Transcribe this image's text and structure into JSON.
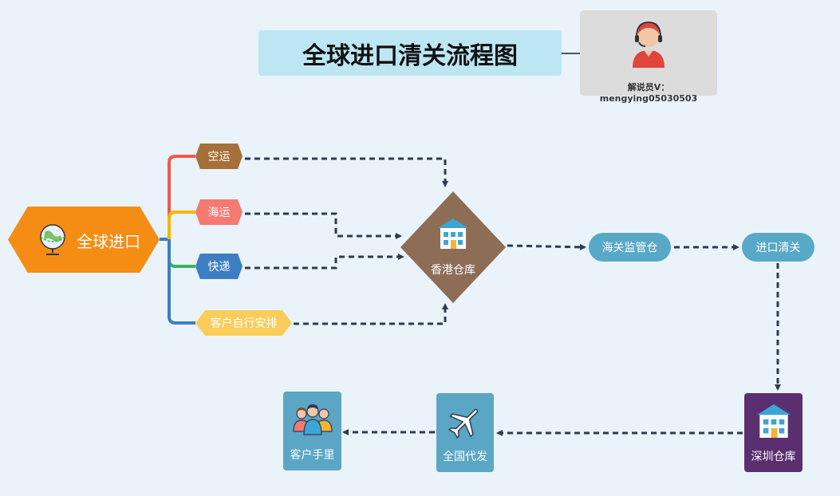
{
  "title": "全球进口清关流程图",
  "narrator": {
    "label": "解说员V：mengying05030503",
    "icon": "headset-agent-icon"
  },
  "root": {
    "label": "全球进口",
    "icon": "globe-icon",
    "color": "#f58d15"
  },
  "routes": [
    {
      "label": "空运",
      "color": "#a5703a",
      "branch_color": "#f05a4f"
    },
    {
      "label": "海运",
      "color": "#f47a73",
      "branch_color": "#f7b500"
    },
    {
      "label": "快递",
      "color": "#3c7ec1",
      "branch_color": "#3bb55a"
    },
    {
      "label": "客户自行安排",
      "color": "#f8cd5a",
      "branch_color": "#3c7ec1"
    }
  ],
  "hub": {
    "label": "香港仓库",
    "icon": "warehouse-icon",
    "color": "#8e6d57"
  },
  "steps": [
    {
      "label": "海关监管仓",
      "color": "#58a8c8"
    },
    {
      "label": "进口清关",
      "color": "#58a8c8"
    }
  ],
  "tiles": [
    {
      "label": "深圳仓库",
      "icon": "warehouse-icon",
      "color": "#5a2f70"
    },
    {
      "label": "全国代发",
      "icon": "airplane-icon",
      "color": "#5aa6c4"
    },
    {
      "label": "客户手里",
      "icon": "customers-icon",
      "color": "#5aa6c4"
    }
  ],
  "connector_color": "#2f3b52"
}
